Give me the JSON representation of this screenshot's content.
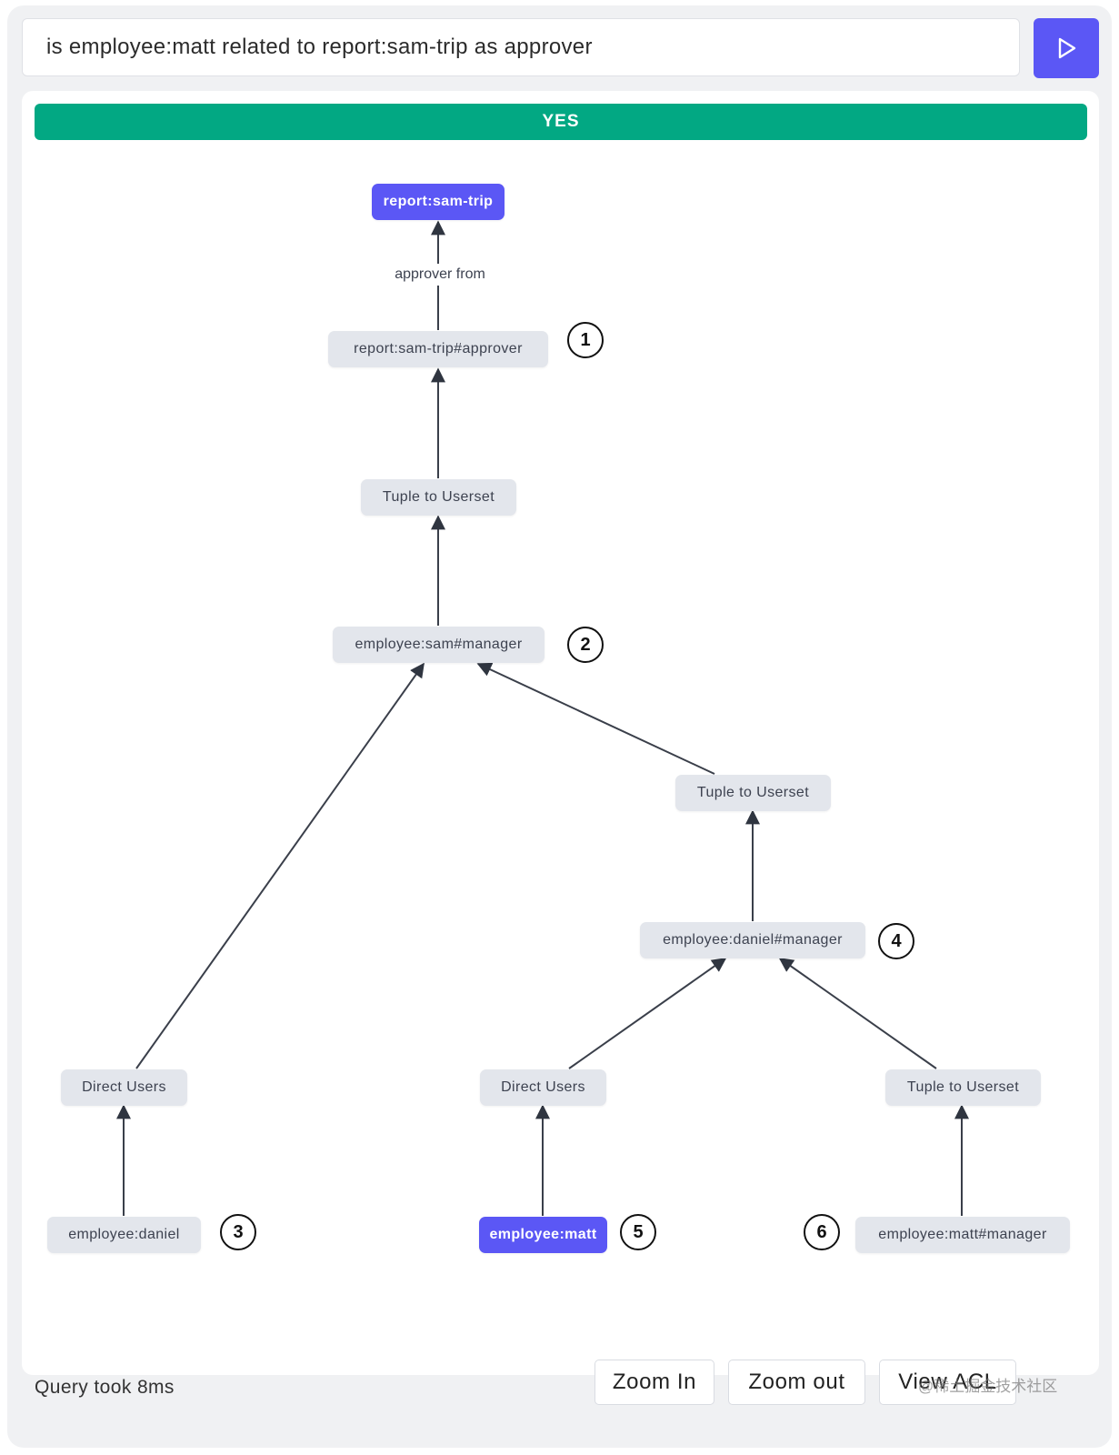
{
  "query": {
    "value": "is employee:matt related to report:sam-trip as approver",
    "run_icon": "play-triangle-icon"
  },
  "result": {
    "label": "YES",
    "color": "#02a883"
  },
  "accent_color": "#5b57f5",
  "graph": {
    "edge_label": "approver from",
    "nodes": {
      "root": "report:sam-trip",
      "approver": "report:sam-trip#approver",
      "tuple1": "Tuple to Userset",
      "sam_manager": "employee:sam#manager",
      "tuple2": "Tuple to Userset",
      "daniel_manager": "employee:daniel#manager",
      "direct1": "Direct Users",
      "direct2": "Direct Users",
      "tuple3": "Tuple to Userset",
      "daniel": "employee:daniel",
      "matt": "employee:matt",
      "matt_manager": "employee:matt#manager"
    },
    "markers": [
      "1",
      "2",
      "3",
      "4",
      "5",
      "6"
    ]
  },
  "footer": {
    "query_time": "Query took 8ms",
    "zoom_in": "Zoom In",
    "zoom_out": "Zoom out",
    "view_acl": "View ACL"
  },
  "watermark": "@稀土掘金技术社区"
}
